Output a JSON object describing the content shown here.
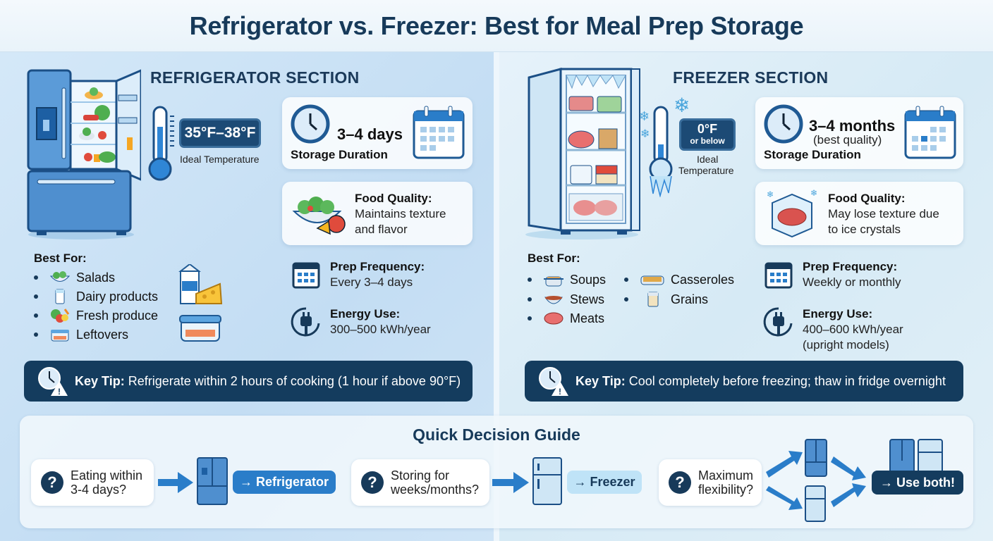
{
  "title": "Refrigerator vs. Freezer: Best for Meal Prep Storage",
  "colors": {
    "navy": "#173a5a",
    "accent_blue": "#2a7dc9",
    "light_blue": "#bfe3f7",
    "tip_bg": "#143c5e"
  },
  "refrigerator": {
    "section_title": "REFRIGERATOR SECTION",
    "temperature": {
      "value": "35°F–38°F",
      "label": "Ideal Temperature"
    },
    "storage": {
      "value": "3–4 days",
      "label": "Storage Duration"
    },
    "food_quality": {
      "label": "Food Quality:",
      "line1": "Maintains texture",
      "line2": "and flavor"
    },
    "prep_frequency": {
      "label": "Prep Frequency:",
      "value": "Every 3–4 days"
    },
    "energy_use": {
      "label": "Energy Use:",
      "value": "300–500 kWh/year"
    },
    "best_for": {
      "label": "Best For:",
      "items": [
        "Salads",
        "Dairy products",
        "Fresh produce",
        "Leftovers"
      ]
    },
    "key_tip": {
      "label": "Key Tip:",
      "text": "Refrigerate within 2 hours of cooking (1 hour if above 90°F)"
    }
  },
  "freezer": {
    "section_title": "FREEZER SECTION",
    "temperature": {
      "value": "0°F",
      "sub": "or below",
      "label1": "Ideal",
      "label2": "Temperature"
    },
    "storage": {
      "value": "3–4 months",
      "sub": "(best quality)",
      "label": "Storage Duration"
    },
    "food_quality": {
      "label": "Food Quality:",
      "line1": "May lose texture due",
      "line2": "to ice crystals"
    },
    "prep_frequency": {
      "label": "Prep Frequency:",
      "value": "Weekly or monthly"
    },
    "energy_use": {
      "label": "Energy Use:",
      "value": "400–600 kWh/year",
      "sub": "(upright models)"
    },
    "best_for": {
      "label": "Best For:",
      "items": [
        "Soups",
        "Stews",
        "Meats",
        "Casseroles",
        "Grains"
      ]
    },
    "key_tip": {
      "label": "Key Tip:",
      "text": "Cool completely before freezing; thaw in fridge overnight"
    }
  },
  "guide": {
    "title": "Quick Decision Guide",
    "q1": {
      "line1": "Eating within",
      "line2": "3-4 days?",
      "result": "→ Refrigerator"
    },
    "q2": {
      "line1": "Storing for",
      "line2": "weeks/months?",
      "result": "→ Freezer"
    },
    "q3": {
      "line1": "Maximum",
      "line2": "flexibility?",
      "result": "→ Use both!"
    }
  }
}
